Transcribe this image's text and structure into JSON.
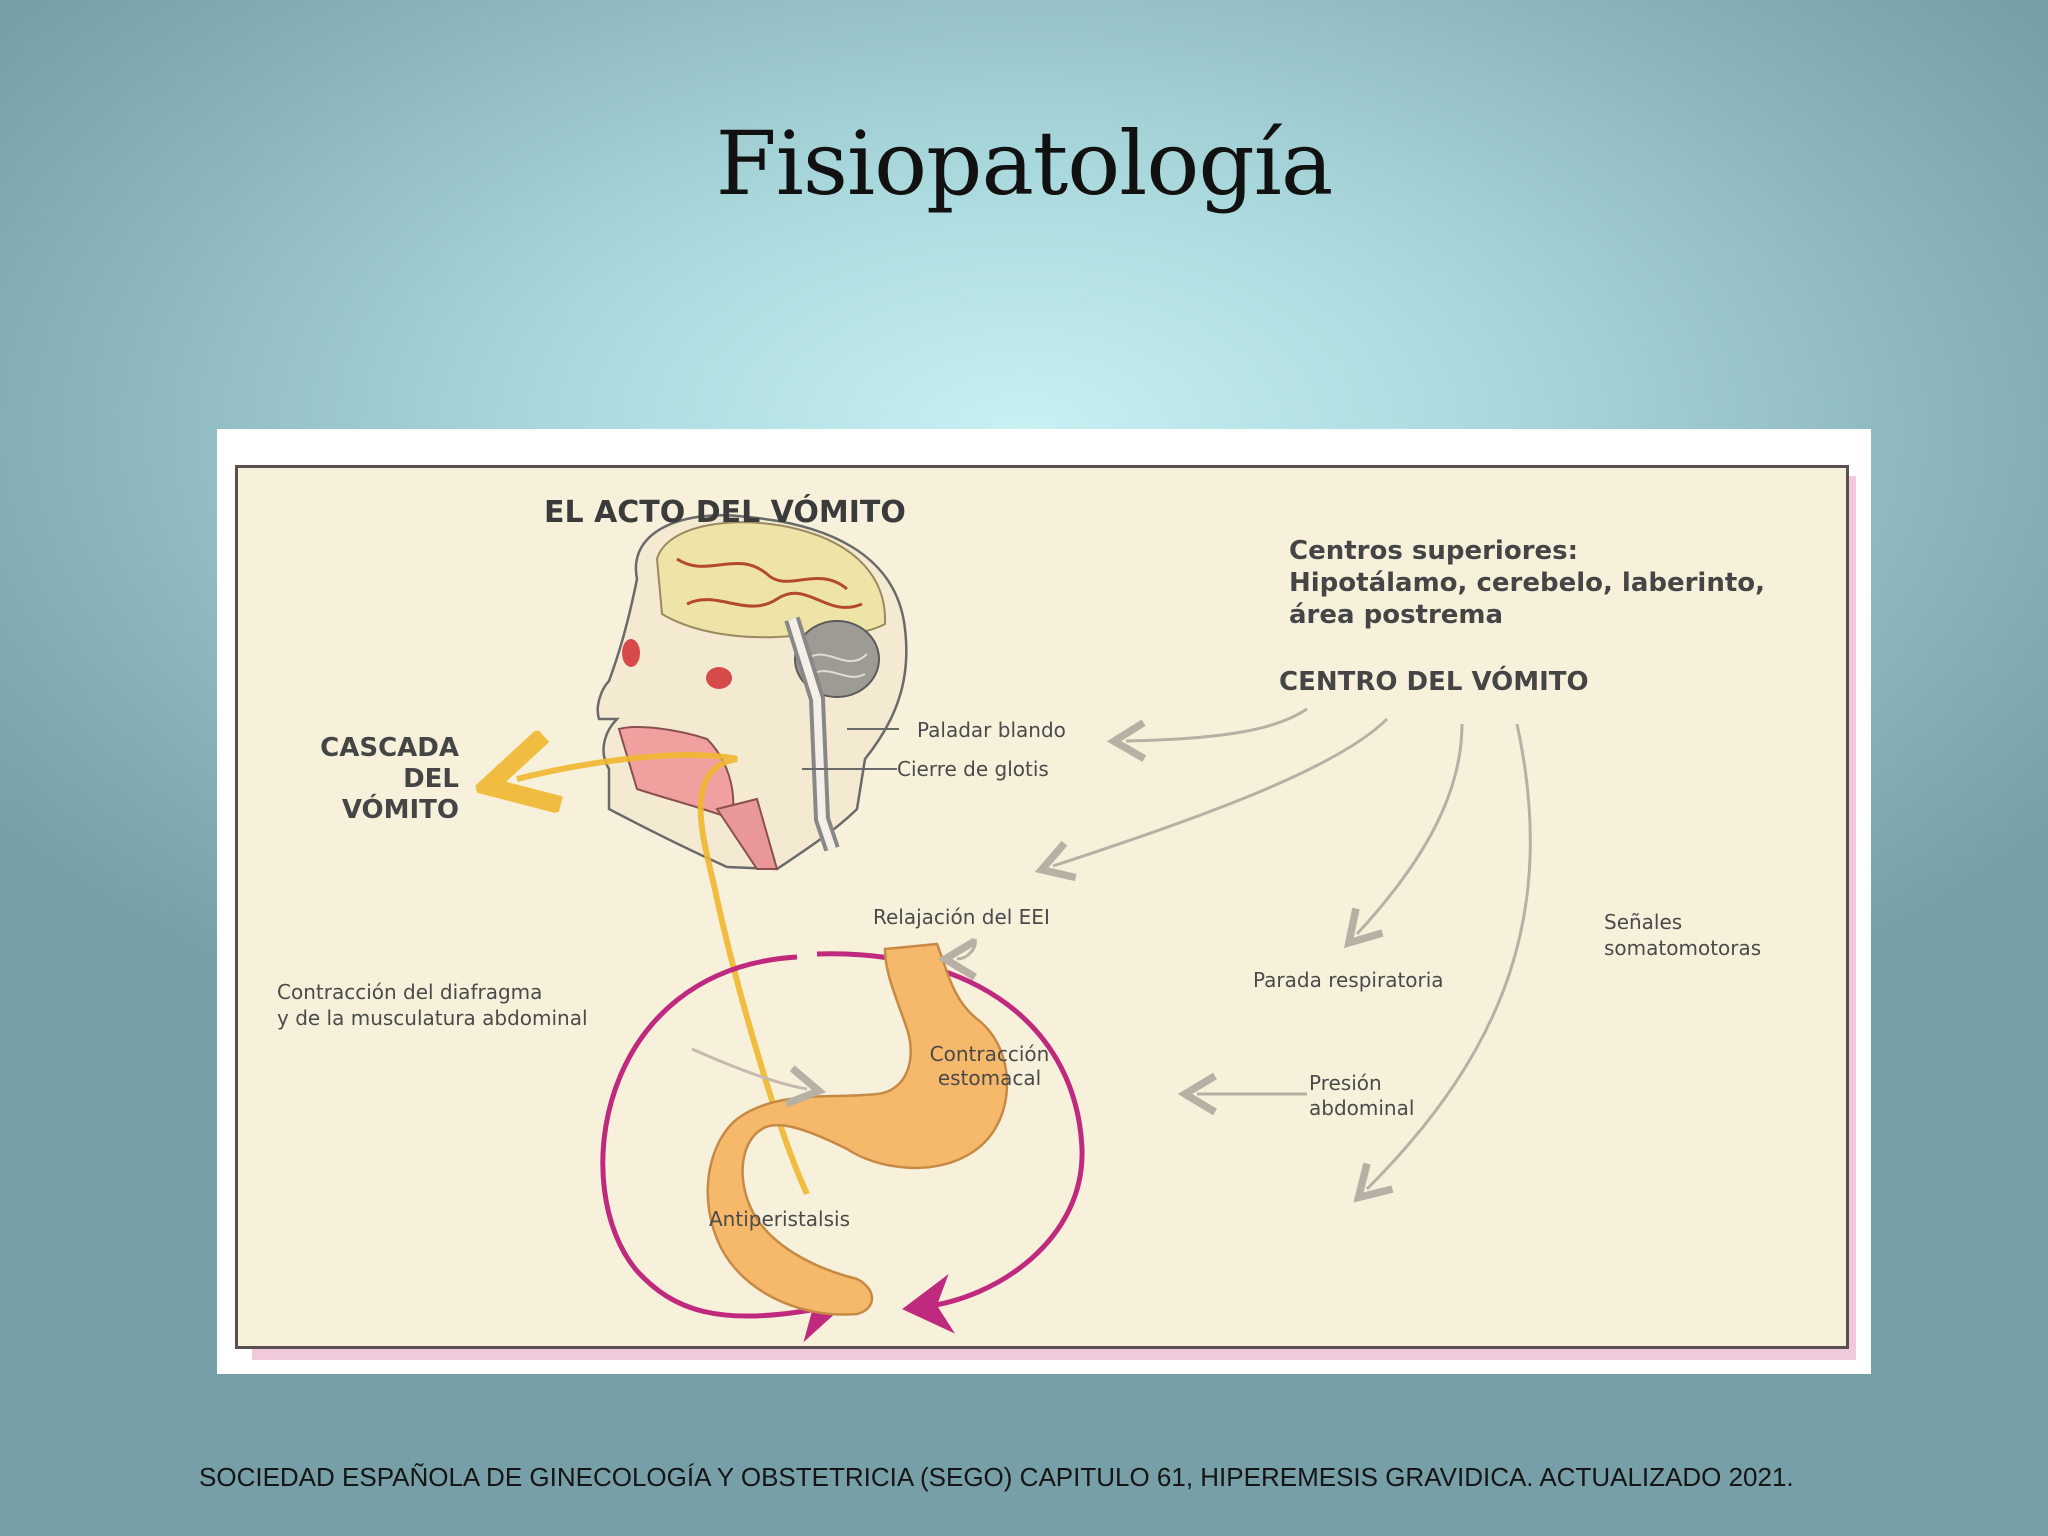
{
  "slide": {
    "title": "Fisiopatología",
    "footer": "SOCIEDAD ESPAÑOLA DE GINECOLOGÍA Y OBSTETRICIA (SEGO) CAPITULO 61, HIPEREMESIS GRAVIDICA.  ACTUALIZADO 2021."
  },
  "diagram": {
    "heading": "EL ACTO DEL VÓMITO",
    "centros_superiores": [
      "Centros superiores:",
      "Hipotálamo, cerebelo, laberinto,",
      "área postrema"
    ],
    "centro_vomito": "CENTRO DEL VÓMITO",
    "cascada": [
      "CASCADA",
      "DEL",
      "VÓMITO"
    ],
    "paladar": "Paladar blando",
    "glotis": "Cierre de glotis",
    "eei": "Relajación del EEI",
    "senales": [
      "Señales",
      "somatomotoras"
    ],
    "parada": "Parada respiratoria",
    "diafragma": [
      "Contracción del diafragma",
      "y de la musculatura abdominal"
    ],
    "contraccion": [
      "Contracción",
      "estomacal"
    ],
    "presion": [
      "Presión",
      "abdominal"
    ],
    "antiperistalsis": "Antiperistalsis"
  },
  "colors": {
    "background": "#a9d8dc",
    "panel": "#f7f1dc",
    "stomach": "#f6b86a",
    "arrow_magenta": "#c02a7e",
    "vomit_path": "#f0b830",
    "arrow_grey": "#b8b0a4"
  }
}
